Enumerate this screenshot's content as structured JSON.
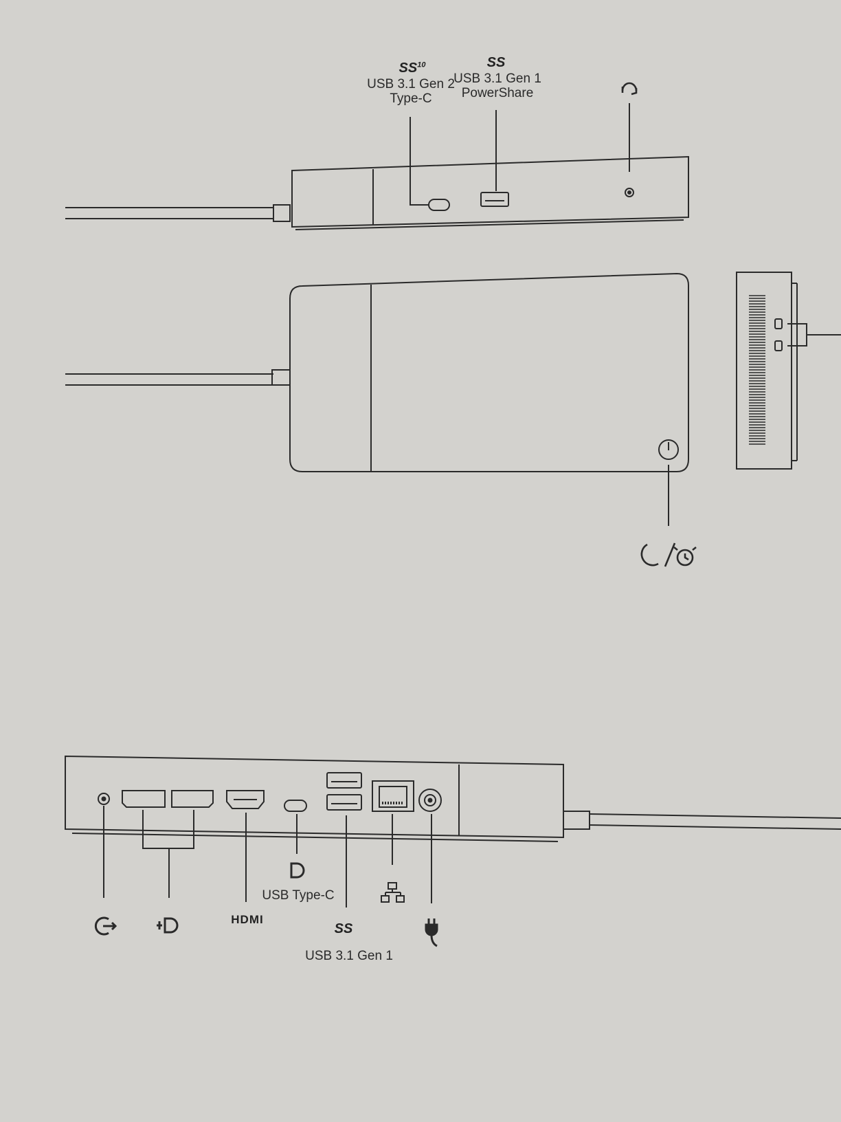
{
  "front_view": {
    "port_usbc_gen2": {
      "logo": "SS",
      "logo_sup": "10",
      "line1": "USB 3.1 Gen 2",
      "line2": "Type-C"
    },
    "port_usba_powershare": {
      "logo": "SS",
      "line1": "USB 3.1 Gen 1",
      "line2": "PowerShare"
    },
    "port_headset": {
      "icon": "headset-icon"
    }
  },
  "top_view": {
    "power_button": {
      "icon": "sleep-wake-icon"
    }
  },
  "rear_view": {
    "audio_out": {
      "icon": "audio-out-icon"
    },
    "displayport": {
      "icon": "displayport-icon"
    },
    "hdmi": {
      "text": "HDMI"
    },
    "usb_typec": {
      "label": "USB Type-C",
      "icon": "displayport-icon"
    },
    "usb_a": {
      "logo": "SS",
      "label": "USB 3.1 Gen 1"
    },
    "ethernet": {
      "icon": "network-icon"
    },
    "power_in": {
      "icon": "power-plug-icon"
    }
  },
  "colors": {
    "paper": "#d3d2ce",
    "ink": "#2a2a2a"
  }
}
